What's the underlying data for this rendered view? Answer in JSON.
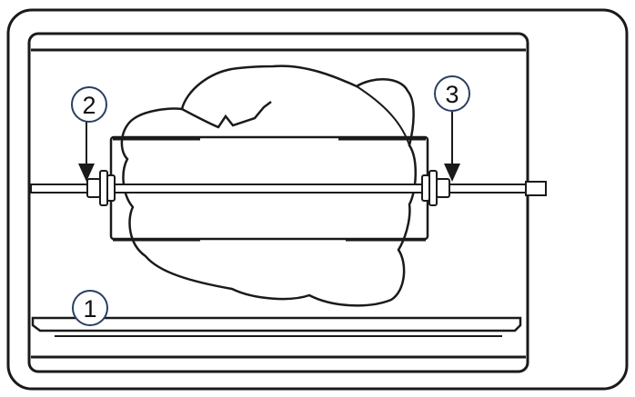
{
  "callouts": [
    {
      "number": "1",
      "part": "drip-tray"
    },
    {
      "number": "2",
      "part": "left-fork"
    },
    {
      "number": "3",
      "part": "right-fork"
    }
  ],
  "colors": {
    "stroke": "#1a1a1a",
    "callout_circle": "#2b3f63",
    "background": "#ffffff"
  }
}
